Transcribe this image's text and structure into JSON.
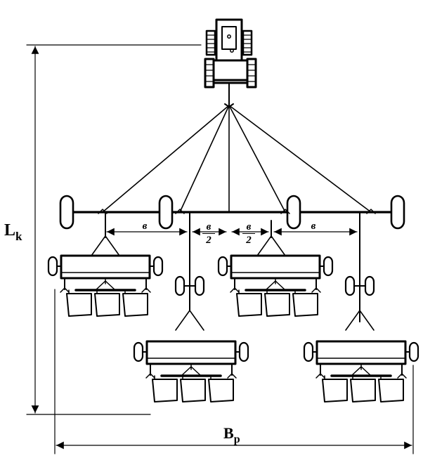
{
  "labels": {
    "length_main": "L",
    "length_sub": "k",
    "width_main": "B",
    "width_sub": "p",
    "spacing": "в",
    "half_num": "в",
    "half_den": "2"
  }
}
